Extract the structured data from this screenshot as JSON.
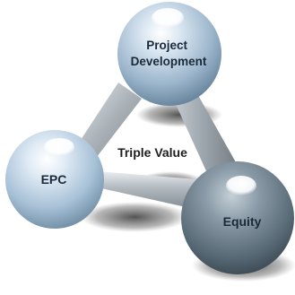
{
  "diagram": {
    "center_label": "Triple Value",
    "nodes": [
      {
        "id": "project-development",
        "lines": [
          "Project",
          "Development"
        ],
        "color": "#9fb9cf"
      },
      {
        "id": "epc",
        "lines": [
          "EPC"
        ],
        "color": "#a9c3d9"
      },
      {
        "id": "equity",
        "lines": [
          "Equity"
        ],
        "color": "#5d6f7c"
      }
    ],
    "connector_color": "#a6aeb4"
  }
}
